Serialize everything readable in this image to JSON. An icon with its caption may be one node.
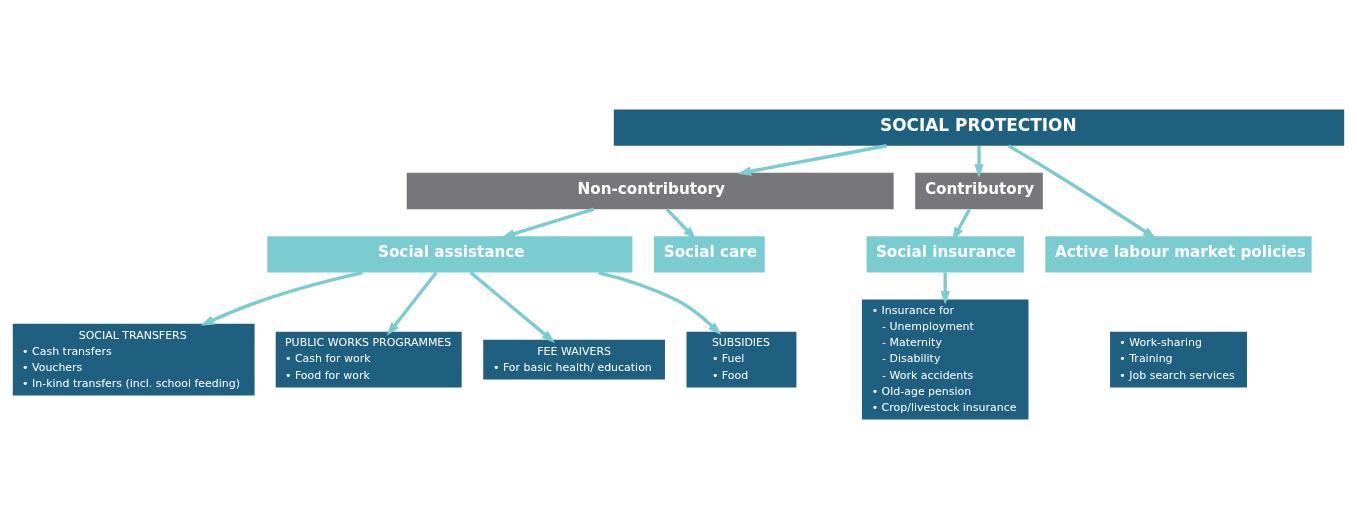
{
  "diagram": {
    "nodes": [
      {
        "text": [
          "SOCIAL PROTECTION"
        ]
      },
      {
        "text": [
          "Non-contributory"
        ]
      },
      {
        "text": [
          "Contributory"
        ]
      },
      {
        "text": [
          "Social assistance"
        ]
      },
      {
        "text": [
          "Social care"
        ]
      },
      {
        "text": [
          "Social insurance"
        ]
      },
      {
        "text": [
          "Active labour market policies"
        ]
      },
      {
        "text": [
          "SOCIAL TRANSFERS",
          "• Cash transfers",
          "• Vouchers",
          "• In-kind transfers (incl. school feeding)"
        ]
      },
      {
        "text": [
          "PUBLIC WORKS PROGRAMMES",
          "• Cash for work",
          "• Food for work"
        ]
      },
      {
        "text": [
          "FEE WAIVERS",
          "• For basic health/ education"
        ]
      },
      {
        "text": [
          "SUBSIDIES",
          "• Fuel",
          "• Food"
        ]
      },
      {
        "text": [
          "• Insurance for",
          "- Unemployment",
          "- Maternity",
          "- Disability",
          "- Work accidents",
          "• Old-age pension",
          "• Crop/livestock insurance"
        ]
      },
      {
        "text": [
          "• Work-sharing",
          "• Training",
          "• Job search services"
        ]
      }
    ],
    "edges": [
      {
        "from": 0,
        "to": 1,
        "arrow": "to"
      },
      {
        "from": 0,
        "to": 2,
        "arrow": "to"
      },
      {
        "from": 0,
        "to": 6,
        "arrow": "to"
      },
      {
        "from": 1,
        "to": 3,
        "arrow": "to"
      },
      {
        "from": 1,
        "to": 4,
        "arrow": "to"
      },
      {
        "from": 2,
        "to": 5,
        "arrow": "to"
      },
      {
        "from": 3,
        "to": 7,
        "arrow": "to"
      },
      {
        "from": 3,
        "to": 8,
        "arrow": "to"
      },
      {
        "from": 3,
        "to": 9,
        "arrow": "to"
      },
      {
        "from": 3,
        "to": 10,
        "arrow": "to"
      },
      {
        "from": 5,
        "to": 11,
        "arrow": "to"
      }
    ]
  }
}
